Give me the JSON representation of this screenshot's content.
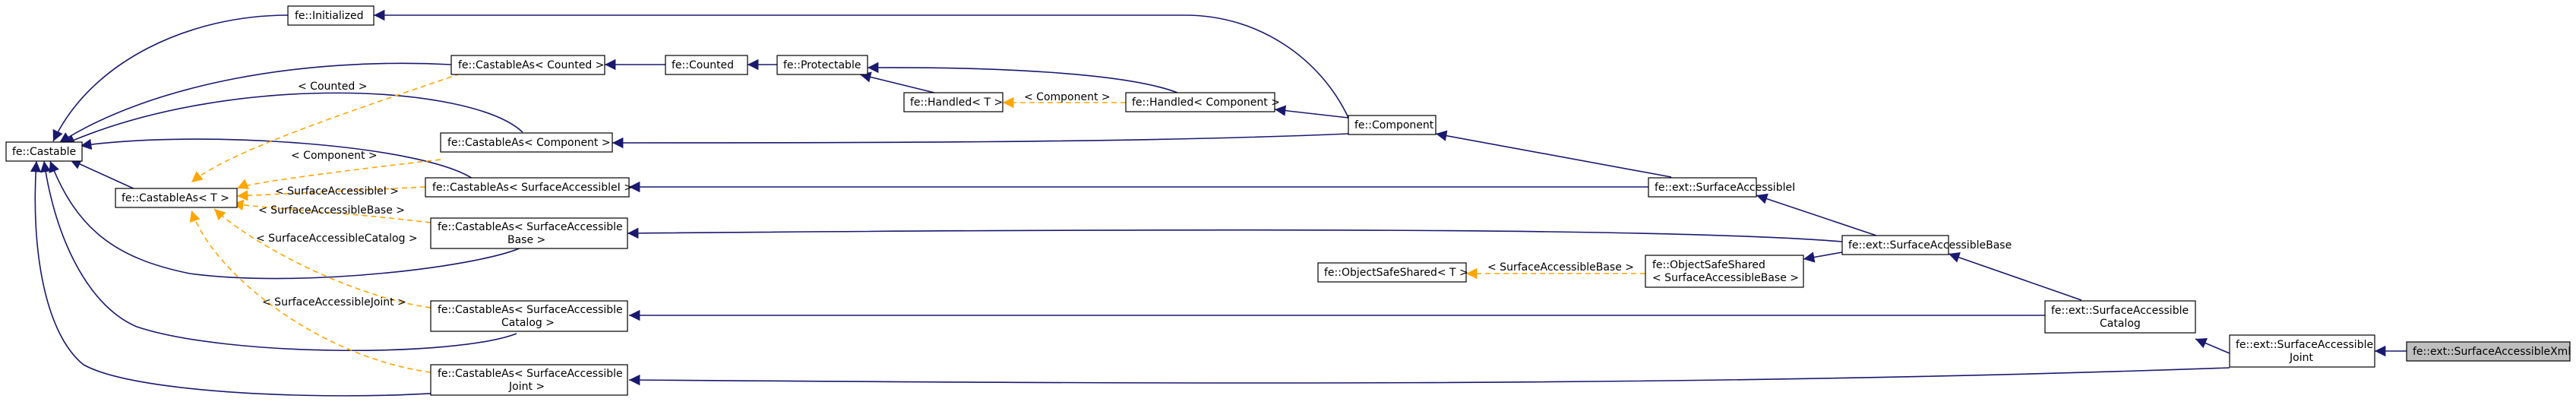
{
  "diagram": {
    "colors": {
      "inheritance_edge": "#191970",
      "template_edge": "#ffa500",
      "highlight_fill": "#bfbfbf",
      "node_border": "#000000"
    },
    "nodes": [
      {
        "id": "initialized",
        "lines": [
          "fe::Initialized"
        ]
      },
      {
        "id": "castable",
        "lines": [
          "fe::Castable"
        ]
      },
      {
        "id": "castableas_counted",
        "lines": [
          "fe::CastableAs< Counted >"
        ]
      },
      {
        "id": "counted",
        "lines": [
          "fe::Counted"
        ]
      },
      {
        "id": "protectable",
        "lines": [
          "fe::Protectable"
        ]
      },
      {
        "id": "handled_t",
        "lines": [
          "fe::Handled< T >"
        ]
      },
      {
        "id": "handled_component",
        "lines": [
          "fe::Handled< Component >"
        ]
      },
      {
        "id": "castableas_component",
        "lines": [
          "fe::CastableAs< Component >"
        ]
      },
      {
        "id": "component",
        "lines": [
          "fe::Component"
        ]
      },
      {
        "id": "castableas_t",
        "lines": [
          "fe::CastableAs< T >"
        ]
      },
      {
        "id": "castableas_sai",
        "lines": [
          "fe::CastableAs< SurfaceAccessibleI >"
        ]
      },
      {
        "id": "surfaceaccessiblei",
        "lines": [
          "fe::ext::SurfaceAccessibleI"
        ]
      },
      {
        "id": "castableas_sab",
        "lines": [
          "fe::CastableAs< SurfaceAccessible",
          "Base >"
        ]
      },
      {
        "id": "surfaceaccessiblebase",
        "lines": [
          "fe::ext::SurfaceAccessibleBase"
        ]
      },
      {
        "id": "objectsafeshared_t",
        "lines": [
          "fe::ObjectSafeShared< T >"
        ]
      },
      {
        "id": "objectsafeshared_sab",
        "lines": [
          "fe::ObjectSafeShared",
          "< SurfaceAccessibleBase >"
        ]
      },
      {
        "id": "castableas_sac",
        "lines": [
          "fe::CastableAs< SurfaceAccessible",
          "Catalog >"
        ]
      },
      {
        "id": "surfaceaccessiblecatalog",
        "lines": [
          "fe::ext::SurfaceAccessible",
          "Catalog"
        ]
      },
      {
        "id": "castableas_saj",
        "lines": [
          "fe::CastableAs< SurfaceAccessible",
          "Joint >"
        ]
      },
      {
        "id": "surfaceaccessiblejoint",
        "lines": [
          "fe::ext::SurfaceAccessible",
          "Joint"
        ]
      },
      {
        "id": "surfaceaccessiblexml",
        "lines": [
          "fe::ext::SurfaceAccessibleXml"
        ]
      }
    ],
    "edge_labels": {
      "counted": "< Counted >",
      "component_cast": "< Component >",
      "sai": "< SurfaceAccessibleI >",
      "sab": "< SurfaceAccessibleBase >",
      "sac": "< SurfaceAccessibleCatalog >",
      "saj": "< SurfaceAccessibleJoint >",
      "handled_component": "< Component >",
      "objectsafe_sab": "< SurfaceAccessibleBase >"
    }
  }
}
